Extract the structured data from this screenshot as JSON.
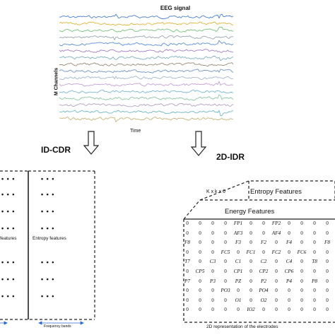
{
  "eeg_panel": {
    "title": "EEG signal",
    "y_label": "M Channels",
    "x_label": "Time",
    "channel_colors": [
      "#4a7fd0",
      "#e2b43a",
      "#78c27a",
      "#9aa3ae",
      "#5a8fd8",
      "#a77fc9",
      "#7fb0c4",
      "#9b8a74",
      "#6f95c9",
      "#a4b7cf",
      "#c4a0d6",
      "#7bb6d9",
      "#8ac7a1",
      "#b3a0c2",
      "#6fb9c9",
      "#c9b37a"
    ]
  },
  "left_branch": {
    "heading": "ID-CDR",
    "left_label": "features",
    "right_label": "Entropy features",
    "bottom_label": "Frequency bands",
    "dots": "• • •"
  },
  "right_branch": {
    "heading": "2D-IDR",
    "back_dims": "K x k x 0",
    "back_title": "Entropy Features",
    "front_title": "Energy Features",
    "caption": "2D representation of the electrodes",
    "grid": [
      [
        "0",
        "0",
        "0",
        "0",
        "FP1",
        "0",
        "0",
        "FP2",
        "0",
        "0",
        "0",
        "0"
      ],
      [
        "0",
        "0",
        "0",
        "0",
        "AF3",
        "0",
        "0",
        "AF4",
        "0",
        "0",
        "0",
        "0"
      ],
      [
        "F8",
        "0",
        "0",
        "0",
        "F3",
        "0",
        "F2",
        "0",
        "F4",
        "0",
        "0",
        "F8"
      ],
      [
        "0",
        "0",
        "0",
        "FC5",
        "0",
        "FC1",
        "0",
        "FC2",
        "0",
        "FC6",
        "0",
        "0"
      ],
      [
        "T7",
        "0",
        "C3",
        "0",
        "C1",
        "0",
        "C2",
        "0",
        "C4",
        "0",
        "T8",
        "0"
      ],
      [
        "0",
        "CP5",
        "0",
        "0",
        "CP1",
        "0",
        "CP2",
        "0",
        "CP6",
        "0",
        "0",
        "0"
      ],
      [
        "P7",
        "0",
        "P3",
        "0",
        "PZ",
        "0",
        "P2",
        "0",
        "P4",
        "0",
        "P8",
        "0"
      ],
      [
        "0",
        "0",
        "0",
        "PO3",
        "0",
        "0",
        "PO4",
        "0",
        "0",
        "0",
        "0",
        "0"
      ],
      [
        "0",
        "0",
        "0",
        "0",
        "O1",
        "0",
        "O2",
        "0",
        "0",
        "0",
        "0",
        "0"
      ],
      [
        "0",
        "0",
        "0",
        "0",
        "0",
        "IO2",
        "0",
        "0",
        "0",
        "0",
        "0",
        "0"
      ]
    ]
  }
}
